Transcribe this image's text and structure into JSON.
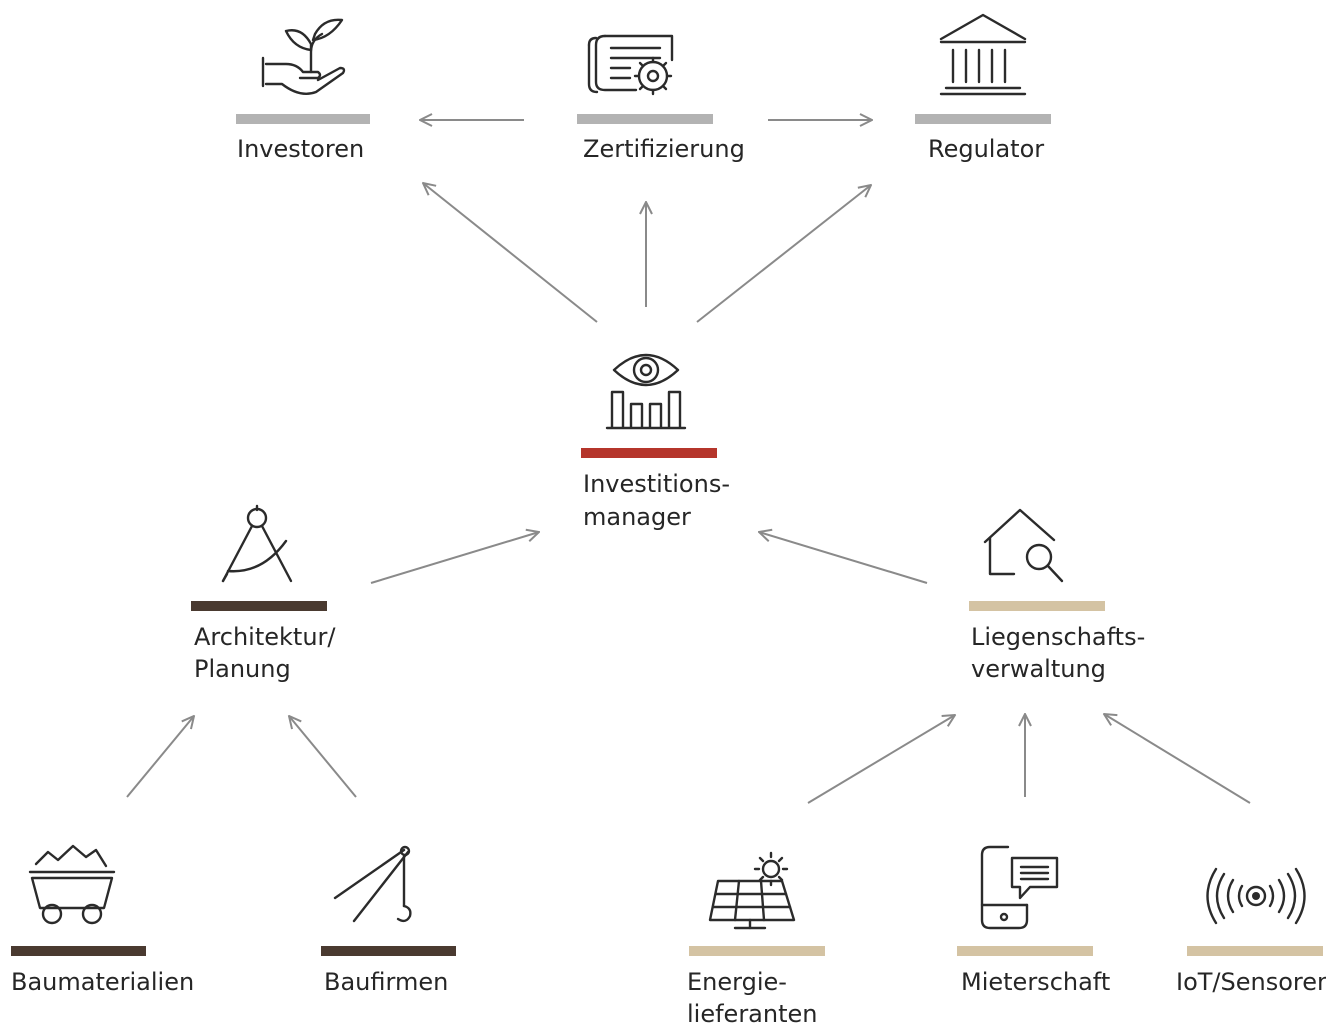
{
  "colors": {
    "gray": "#b3b3b3",
    "red": "#b5352b",
    "brown": "#4a3a30",
    "beige": "#d4c3a3",
    "arrow": "#8a8a8a"
  },
  "nodes": {
    "investoren": {
      "label_lines": [
        "Investoren"
      ],
      "color": "#b3b3b3",
      "icon": "hand-plant-icon"
    },
    "zertifizierung": {
      "label_lines": [
        "Zertifizierung"
      ],
      "color": "#b3b3b3",
      "icon": "certificate-gear-icon"
    },
    "regulator": {
      "label_lines": [
        "Regulator"
      ],
      "color": "#b3b3b3",
      "icon": "institution-icon"
    },
    "investitionsmanager": {
      "label_lines": [
        "Investitions-",
        "manager"
      ],
      "color": "#b5352b",
      "icon": "eye-chart-icon"
    },
    "architektur": {
      "label_lines": [
        "Architektur/",
        "Planung"
      ],
      "color": "#4a3a30",
      "icon": "compass-icon"
    },
    "liegenschaftsverwaltung": {
      "label_lines": [
        "Liegenschafts-",
        "verwaltung"
      ],
      "color": "#d4c3a3",
      "icon": "house-search-icon"
    },
    "baumaterialien": {
      "label_lines": [
        "Baumaterialien"
      ],
      "color": "#4a3a30",
      "icon": "mine-cart-icon"
    },
    "baufirmen": {
      "label_lines": [
        "Baufirmen"
      ],
      "color": "#4a3a30",
      "icon": "crane-icon"
    },
    "energielieferanten": {
      "label_lines": [
        "Energie-",
        "lieferanten"
      ],
      "color": "#d4c3a3",
      "icon": "solar-panel-icon"
    },
    "mieterschaft": {
      "label_lines": [
        "Mieterschaft"
      ],
      "color": "#d4c3a3",
      "icon": "phone-chat-icon"
    },
    "iot": {
      "label_lines": [
        "IoT/Sensoren"
      ],
      "color": "#d4c3a3",
      "icon": "sensor-signal-icon"
    }
  },
  "edges": [
    {
      "from": "zertifizierung",
      "to": "investoren"
    },
    {
      "from": "zertifizierung",
      "to": "regulator"
    },
    {
      "from": "investitionsmanager",
      "to": "investoren"
    },
    {
      "from": "investitionsmanager",
      "to": "zertifizierung"
    },
    {
      "from": "investitionsmanager",
      "to": "regulator"
    },
    {
      "from": "architektur",
      "to": "investitionsmanager"
    },
    {
      "from": "liegenschaftsverwaltung",
      "to": "investitionsmanager"
    },
    {
      "from": "baumaterialien",
      "to": "architektur"
    },
    {
      "from": "baufirmen",
      "to": "architektur"
    },
    {
      "from": "energielieferanten",
      "to": "liegenschaftsverwaltung"
    },
    {
      "from": "mieterschaft",
      "to": "liegenschaftsverwaltung"
    },
    {
      "from": "iot",
      "to": "liegenschaftsverwaltung"
    }
  ]
}
